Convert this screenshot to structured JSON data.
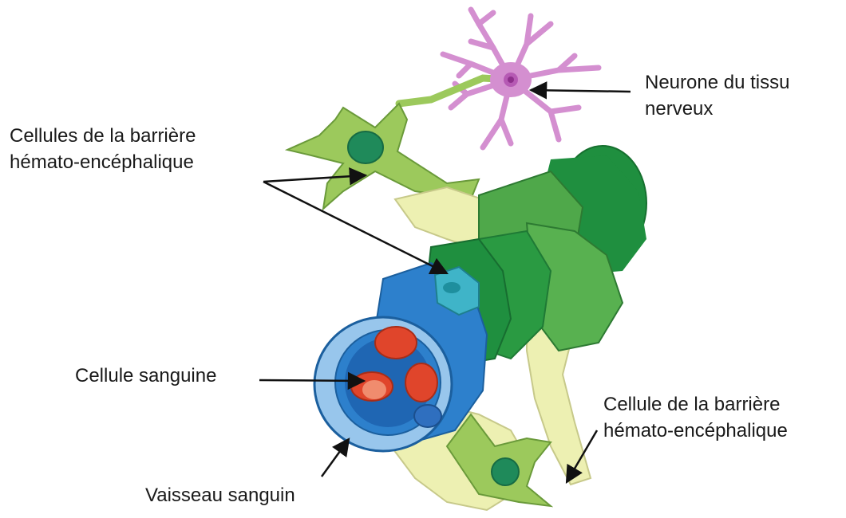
{
  "labels": {
    "neuron": [
      "Neurone du tissu",
      "nerveux"
    ],
    "bbb_cells": [
      "Cellules de la barrière",
      "hémato-encéphalique"
    ],
    "blood_cell": [
      "Cellule sanguine"
    ],
    "vessel": [
      "Vaisseau sanguin"
    ],
    "bbb_cell": [
      "Cellule de la barrière",
      "hémato-encéphalique"
    ]
  },
  "colors": {
    "neuron": "#d48fd0",
    "neuron_nucleus": "#8e2f8c",
    "astrocyte": "#9cc95c",
    "astrocyte_nucleus": "#1f8a5a",
    "glia_yellow": "#edf0b2",
    "vessel_green_dark": "#1f8f3f",
    "vessel_green_light": "#58b150",
    "vessel_blue": "#2d80cc",
    "vessel_blue_light": "#98c6ec",
    "blood_cell": "#e0452b",
    "arrow": "#111111"
  }
}
